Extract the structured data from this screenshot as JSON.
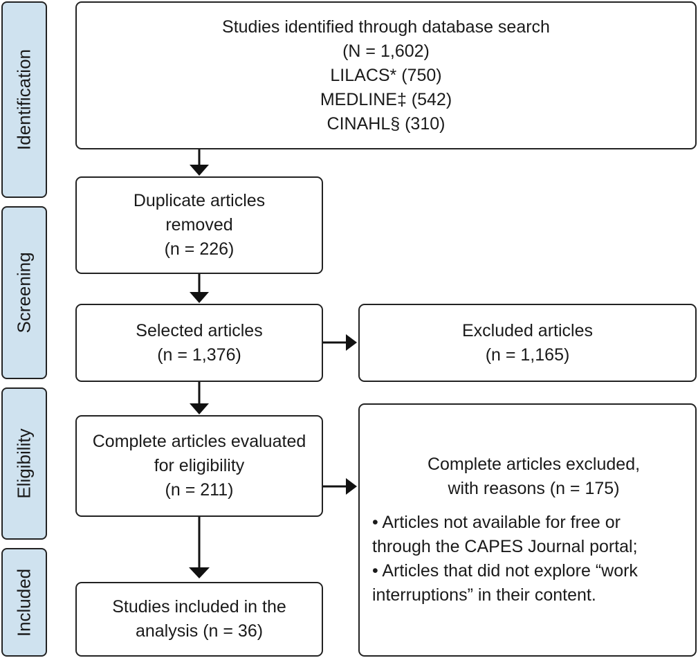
{
  "stages": {
    "identification": "Identification",
    "screening": "Screening",
    "eligibility": "Eligibility",
    "included": "Included"
  },
  "boxes": {
    "database_search": {
      "lines": [
        "Studies identified through database search",
        "(N = 1,602)",
        "LILACS* (750)",
        "MEDLINE‡ (542)",
        "CINAHL§ (310)"
      ]
    },
    "duplicates": {
      "lines": [
        "Duplicate articles",
        "removed",
        "(n = 226)"
      ]
    },
    "selected": {
      "lines": [
        "Selected articles",
        "(n = 1,376)"
      ]
    },
    "excluded": {
      "lines": [
        "Excluded articles",
        "(n = 1,165)"
      ]
    },
    "eligibility": {
      "lines": [
        "Complete articles evaluated",
        "for eligibility",
        "(n = 211)"
      ]
    },
    "excluded_reasons": {
      "heading": [
        "Complete articles excluded,",
        "with reasons (n = 175)"
      ],
      "bullets": [
        [
          "• Articles not available for free or",
          "through the CAPES Journal portal;"
        ],
        [
          "• Articles that did not explore “work",
          "interruptions” in their content."
        ]
      ]
    },
    "included": {
      "lines": [
        "Studies included in the",
        "analysis (n = 36)"
      ]
    }
  }
}
